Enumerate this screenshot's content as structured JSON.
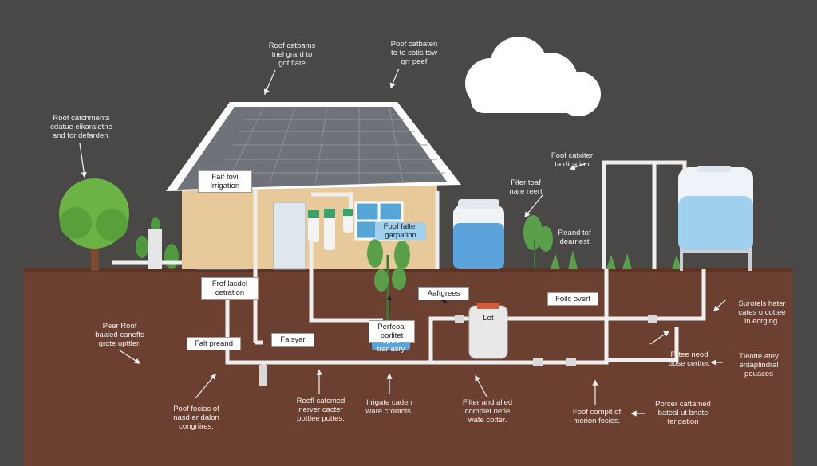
{
  "colors": {
    "background": "#4a4847",
    "soil": "#6b4030",
    "house_wall": "#e8c99a",
    "roof_panels": "#6f7379",
    "pipe": "#eeeeee",
    "water": "#7fb8e0",
    "tank_blue": "#9fd0ee",
    "plant_green": "#5aa04a",
    "cloud": "#ffffff"
  },
  "icons": [
    "cloud-icon",
    "tree-icon",
    "sun-panel-roof-icon",
    "water-tank-icon",
    "plant-icon",
    "filter-icon",
    "pump-icon"
  ],
  "labels": {
    "top_center_left": "Roof catbams\ntnel grard to\ngof flate",
    "top_center_right": "Poof catbaten\nto to cotis tow\ngrr peef",
    "top_left": "Roof catchments\ncdatue eikaraletne\nand for defarden.",
    "right_top": "Foof catxiter\nta dication",
    "house_tag": "Faif fovi\nlrrigation",
    "filter_tag": "Fifer toaf\nnare reert",
    "window_tag": "Foof falter\ngarpation",
    "reand_tag": "Reand tof\ndearnest",
    "roof_lased_tag": "Frof lasdel\ncetration",
    "peer_roof": "Peer Roof\nbaaled caneffs\ngrote upttler.",
    "falt_preand": "Falt preand",
    "falsyer": "Falsyar",
    "perfeoal": "Perfeoal\nporlitet",
    "perfeoal_sub": "epoe\ntrar asry",
    "aftgreps": "Aaftgrees",
    "lot": "Lot",
    "foilc_overt": "Foilc overt",
    "right_mid": "Surotels hater\ncates u cottee\nin ecrging.",
    "filtee_nead": "Filtee neod\ndose certter.",
    "right_bottom": "Tleotte atey\nentaplindral\npouaces",
    "bottom_1": "Poof focias of\nnasd er dalon\ncongriires.",
    "bottom_2": "Reefl catcmed\nnerver cacter\npottlee pottes.",
    "bottom_3": "lrrigate caden\nware crontols.",
    "bottom_4": "Filter and alled\ncomplet netle\nwate cotter.",
    "bottom_5": "Foof compit of\nmerion focies.",
    "bottom_6": "Porcer cattamed\nbateal ut bnate\nferigation"
  }
}
